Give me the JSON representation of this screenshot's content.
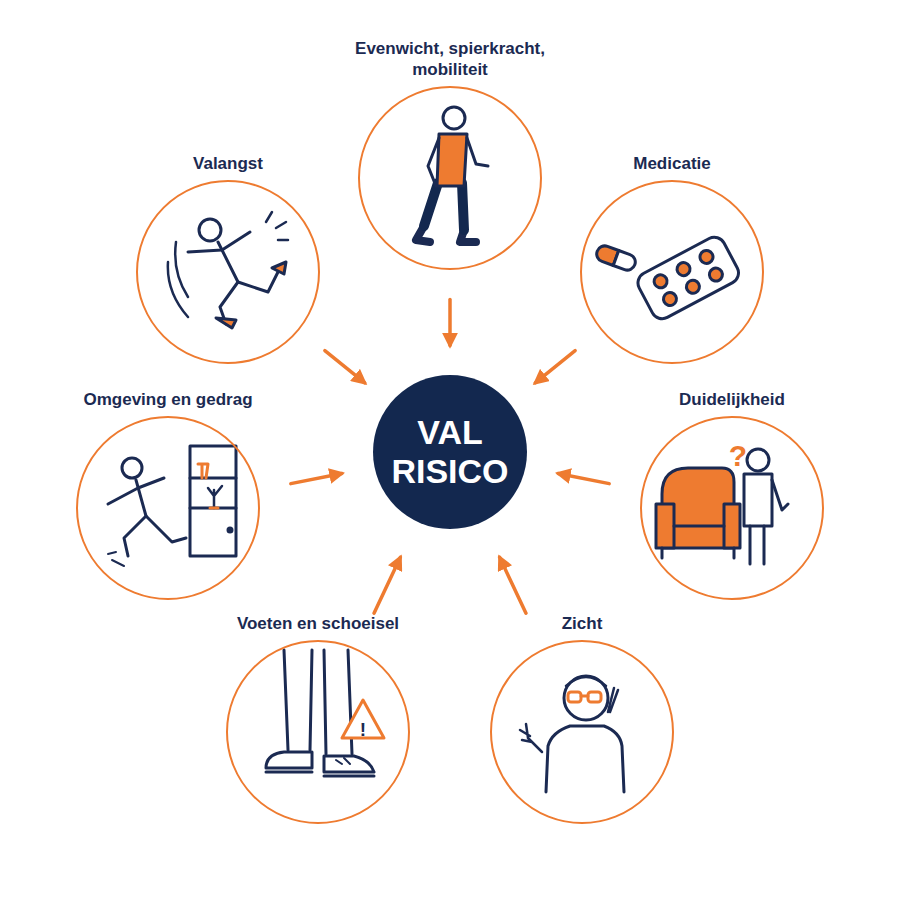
{
  "diagram": {
    "nodes": [
      {
        "text": [
          "Evenwicht, spierkracht, mobiliteit"
        ]
      },
      {
        "text": [
          "Valangst"
        ]
      },
      {
        "text": [
          "Medicatie"
        ]
      },
      {
        "text": [
          "VAL RISICO"
        ]
      },
      {
        "text": [
          "Omgeving en gedrag"
        ]
      },
      {
        "text": [
          "Duidelijkheid"
        ]
      },
      {
        "text": [
          "Voeten en schoeisel"
        ]
      },
      {
        "text": [
          "Zicht"
        ]
      }
    ],
    "edges": [
      {
        "from": 0,
        "to": 3,
        "arrow": "to"
      },
      {
        "from": 1,
        "to": 3,
        "arrow": "to"
      },
      {
        "from": 2,
        "to": 3,
        "arrow": "to"
      },
      {
        "from": 4,
        "to": 3,
        "arrow": "to"
      },
      {
        "from": 5,
        "to": 3,
        "arrow": "to"
      },
      {
        "from": 6,
        "to": 3,
        "arrow": "to"
      },
      {
        "from": 7,
        "to": 3,
        "arrow": "to"
      }
    ],
    "labels": [
      "?",
      "!"
    ]
  }
}
